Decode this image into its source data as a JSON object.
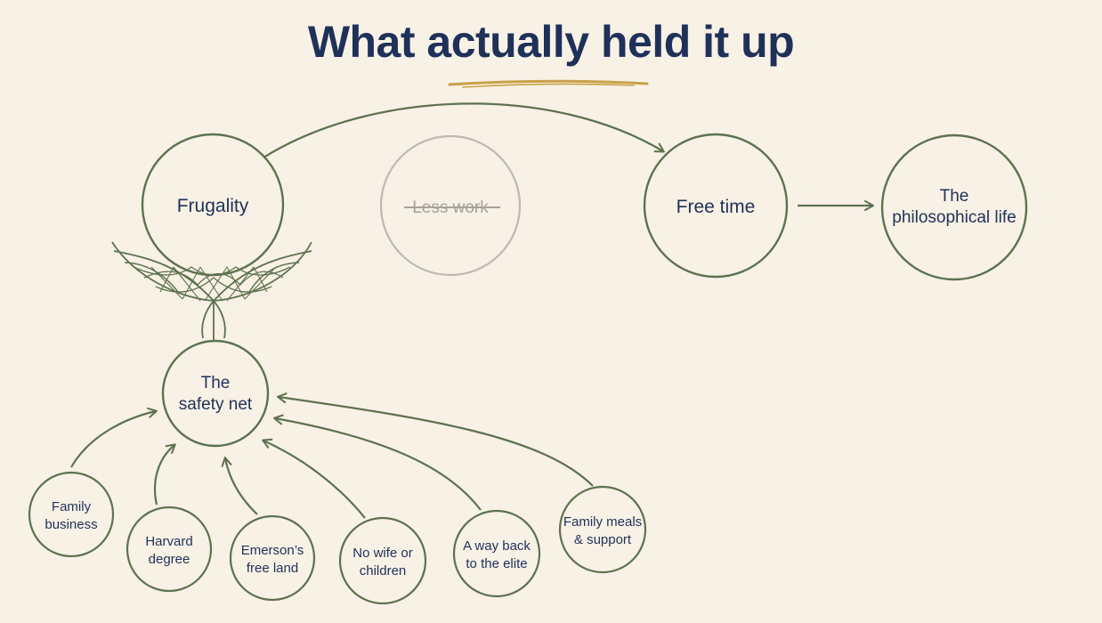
{
  "title": "What actually held it up",
  "colors": {
    "background": "#f8f1e5",
    "title": "#1f3159",
    "accent_underline": "#c9a24a",
    "stroke": "#5d7250",
    "faded": "#bdbab2",
    "faded_text": "#a6a39a"
  },
  "nodes": {
    "frugality": "Frugality",
    "less_work": "Less work",
    "free_time": "Free time",
    "philosophical_life": [
      "The",
      "philosophical life"
    ],
    "safety_net": [
      "The",
      "safety net"
    ]
  },
  "supports": [
    {
      "key": "family-business",
      "lines": [
        "Family",
        "business"
      ]
    },
    {
      "key": "harvard-degree",
      "lines": [
        "Harvard",
        "degree"
      ]
    },
    {
      "key": "emersons-free-land",
      "lines": [
        "Emerson’s",
        "free land"
      ]
    },
    {
      "key": "no-wife-or-children",
      "lines": [
        "No wife or",
        "children"
      ]
    },
    {
      "key": "a-way-back-to-the-elite",
      "lines": [
        "A way back",
        "to the elite"
      ]
    },
    {
      "key": "family-meals-support",
      "lines": [
        "Family meals",
        "& support"
      ]
    }
  ]
}
